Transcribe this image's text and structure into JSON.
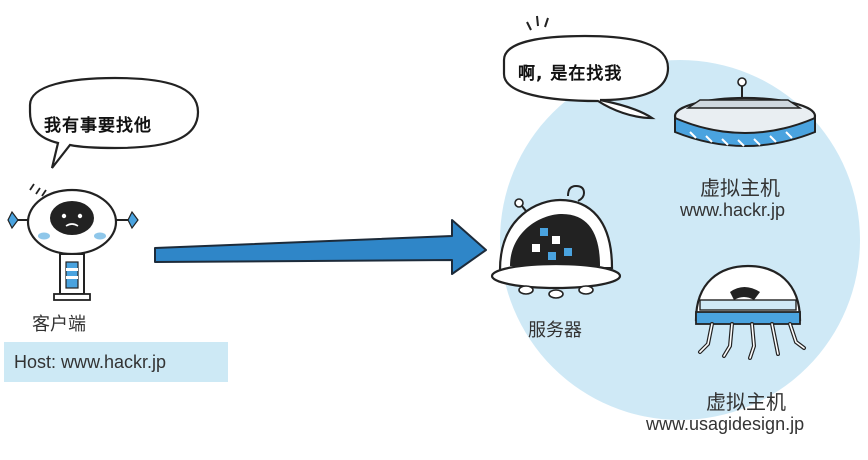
{
  "client": {
    "label": "客户端",
    "speech": "我有事要找他",
    "host_header": "Host: www.hackr.jp"
  },
  "server": {
    "label": "服务器",
    "speech": "啊, 是在找我"
  },
  "virtual_hosts": [
    {
      "title": "虚拟主机",
      "domain": "www.hackr.jp"
    },
    {
      "title": "虚拟主机",
      "domain": "www.usagidesign.jp"
    }
  ],
  "colors": {
    "circle": "#cfe9f6",
    "arrow": "#2f86c8",
    "host_box": "#cde9f5",
    "robot_blue": "#4aa3df"
  }
}
